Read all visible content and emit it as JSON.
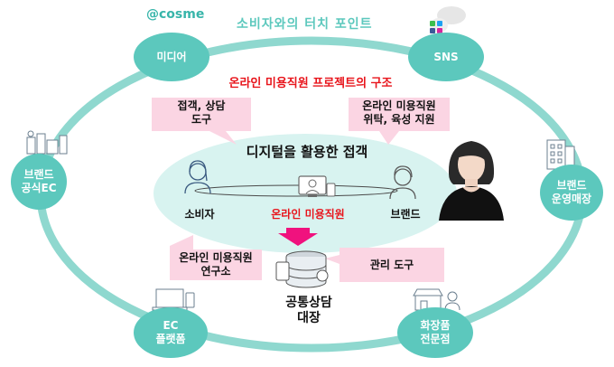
{
  "brand": "@cosme",
  "header": "소비자와의 터치 포인트",
  "center": {
    "structure_title": "온라인 미용직원 프로젝트의 구조",
    "ellipse_title": "디지털을 활용한 접객",
    "consumer_label": "소비자",
    "online_staff_label": "온라인 미용직원",
    "brand_label": "브랜드",
    "shared_db_line1": "공통상담",
    "shared_db_line2": "대장"
  },
  "touchpoints": {
    "media": "미디어",
    "sns": "SNS",
    "brand_ec_line1": "브랜드",
    "brand_ec_line2": "공식EC",
    "brand_store_line1": "브랜드",
    "brand_store_line2": "운영매장",
    "ec_platform_line1": "EC",
    "ec_platform_line2": "플랫폼",
    "cosmetics_store_line1": "화장품",
    "cosmetics_store_line2": "전문점"
  },
  "callouts": {
    "service_tool_line1": "접객, 상담",
    "service_tool_line2": "도구",
    "staff_support_line1": "온라인 미용직원",
    "staff_support_line2": "위탁, 육성 지원",
    "lab_line1": "온라인 미용직원",
    "lab_line2": "연구소",
    "management_tool": "관리 도구"
  },
  "colors": {
    "teal": "#5cc8bd",
    "ring": "#8fd8cf",
    "ellipse_fill": "#d8f3f0",
    "callout_pink": "#fbd5e3",
    "red_text": "#e8141b",
    "arrow_pink": "#f0127e"
  },
  "icons": [
    "consumer-person-icon",
    "online-staff-monitor-icon",
    "brand-person-icon",
    "staff-woman-photo-icon",
    "database-icon",
    "sns-logos-icon",
    "cosmetics-icon",
    "building-icon",
    "laptop-phone-icon",
    "storefront-icon"
  ]
}
